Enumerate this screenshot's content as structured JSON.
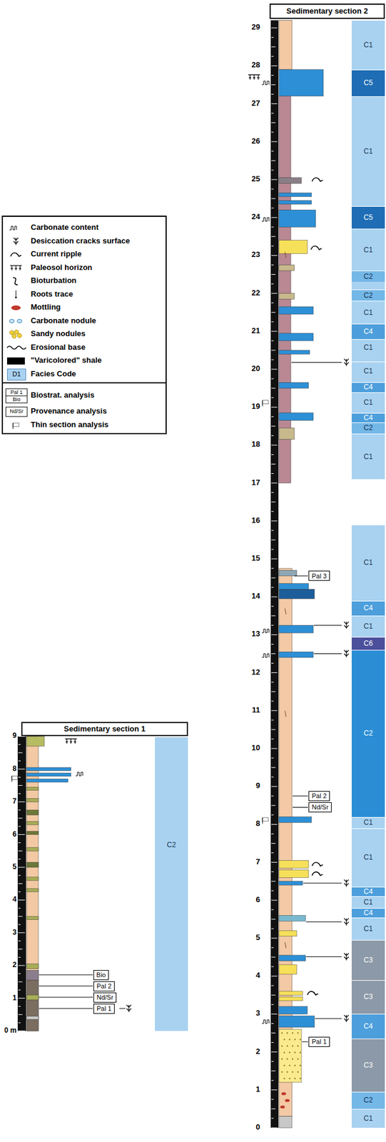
{
  "diagram": {
    "nodes": [
      {
        "text": [
          "Sedimentary section 2"
        ]
      },
      {
        "text": [
          "C1"
        ]
      },
      {
        "text": [
          "C5"
        ]
      },
      {
        "text": [
          "C1"
        ]
      },
      {
        "text": [
          "C5"
        ]
      },
      {
        "text": [
          "C1"
        ]
      },
      {
        "text": [
          "C2"
        ]
      },
      {
        "text": [
          "C2"
        ]
      },
      {
        "text": [
          "C1"
        ]
      },
      {
        "text": [
          "C4"
        ]
      },
      {
        "text": [
          "C1"
        ]
      },
      {
        "text": [
          "C1"
        ]
      },
      {
        "text": [
          "C4"
        ]
      },
      {
        "text": [
          "C1"
        ]
      },
      {
        "text": [
          "C4"
        ]
      },
      {
        "text": [
          "C2"
        ]
      },
      {
        "text": [
          "C1"
        ]
      },
      {
        "text": [
          "C1"
        ]
      },
      {
        "text": [
          "C4"
        ]
      },
      {
        "text": [
          "C1"
        ]
      },
      {
        "text": [
          "C6"
        ]
      },
      {
        "text": [
          "C2"
        ]
      },
      {
        "text": [
          "C1"
        ]
      },
      {
        "text": [
          "C1"
        ]
      },
      {
        "text": [
          "C4"
        ]
      },
      {
        "text": [
          "C1"
        ]
      },
      {
        "text": [
          "C4"
        ]
      },
      {
        "text": [
          "C1"
        ]
      },
      {
        "text": [
          "C3"
        ]
      },
      {
        "text": [
          "C3"
        ]
      },
      {
        "text": [
          "C4"
        ]
      },
      {
        "text": [
          "C3"
        ]
      },
      {
        "text": [
          "C2"
        ]
      },
      {
        "text": [
          "C1"
        ]
      },
      {
        "text": [
          "Pal 3"
        ]
      },
      {
        "text": [
          "Pal 2"
        ]
      },
      {
        "text": [
          "Nd/Sr"
        ]
      },
      {
        "text": [
          "Pal 1"
        ]
      },
      {
        "text": [
          "Sedimentary section 1"
        ]
      },
      {
        "text": [
          "C2"
        ]
      },
      {
        "text": [
          "Bio"
        ]
      },
      {
        "text": [
          "Pal 2"
        ]
      },
      {
        "text": [
          "Nd/Sr"
        ]
      },
      {
        "text": [
          "Pal 1"
        ]
      }
    ],
    "labels": [
      "29",
      "28",
      "27",
      "26",
      "25",
      "24",
      "23",
      "22",
      "21",
      "20",
      "19",
      "18",
      "17",
      "16",
      "15",
      "14",
      "13",
      "12",
      "11",
      "10",
      "9",
      "8",
      "7",
      "6",
      "5",
      "4",
      "3",
      "2",
      "1",
      "0",
      "9",
      "8",
      "7",
      "6",
      "5",
      "4",
      "3",
      "2",
      "1",
      "0 m",
      "D1",
      "Pal 1",
      "Bio",
      "Nd/Sr"
    ],
    "legend": [
      {
        "text": "Carbonate content"
      },
      {
        "text": "Desiccation cracks surface"
      },
      {
        "text": "Current ripple"
      },
      {
        "text": "Paleosol horizon"
      },
      {
        "text": "Bioturbation"
      },
      {
        "text": "Roots trace"
      },
      {
        "text": "Mottling"
      },
      {
        "text": "Carbonate nodule"
      },
      {
        "text": "Sandy nodules"
      },
      {
        "text": "Erosional base"
      },
      {
        "text": "\"Varicolored\" shale"
      },
      {
        "text": "Facies Code",
        "color": "#a9d2f1"
      },
      {
        "text": "Biostrat. analysis"
      },
      {
        "text": "Provenance analysis"
      },
      {
        "text": "Thin section analysis"
      }
    ]
  }
}
